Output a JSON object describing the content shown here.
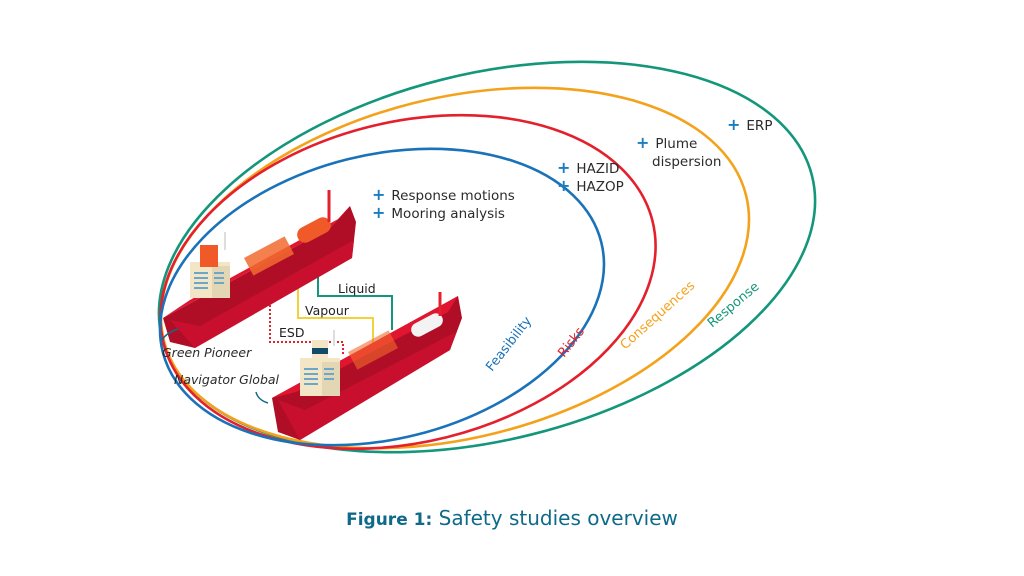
{
  "colors": {
    "feasibility": "#1a72b8",
    "risks": "#e3202c",
    "consequences": "#f4a21b",
    "response": "#13967a",
    "plus": "#1a7cc1",
    "caption": "#0f6a8a",
    "hull": "#c8102e",
    "liquid_line": "#13967a",
    "vapour_line": "#f2d23a",
    "esd_line": "#e3202c"
  },
  "rings": [
    {
      "id": "feasibility",
      "label": "Feasibility",
      "items": [
        "Response motions",
        "Mooring analysis"
      ]
    },
    {
      "id": "risks",
      "label": "Risks",
      "items": [
        "HAZID",
        "HAZOP"
      ]
    },
    {
      "id": "consequences",
      "label": "Consequences",
      "items": [
        "Plume",
        "dispersion"
      ]
    },
    {
      "id": "response",
      "label": "Response",
      "items": [
        "ERP"
      ]
    }
  ],
  "plus_symbol": "+",
  "connections": {
    "liquid": "Liquid",
    "vapour": "Vapour",
    "esd": "ESD"
  },
  "ships": [
    {
      "name": "Green Pioneer"
    },
    {
      "name": "Navigator Global"
    }
  ],
  "caption": {
    "prefix": "Figure 1:",
    "title": "Safety studies overview"
  }
}
